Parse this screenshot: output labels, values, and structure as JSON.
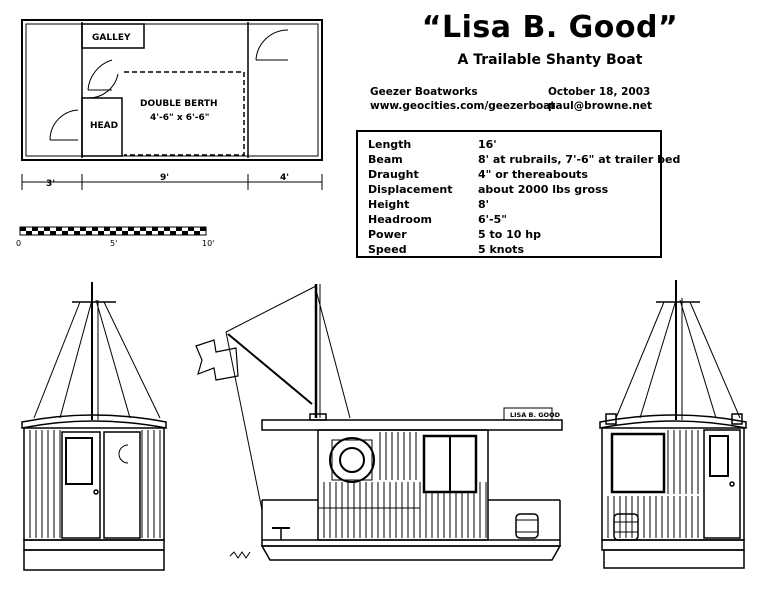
{
  "title": "“Lisa B. Good”",
  "subtitle": "A Trailable Shanty Boat",
  "builder": "Geezer Boatworks",
  "website": "www.geocities.com/geezerboat",
  "date": "October 18, 2003",
  "email": "paul@browne.net",
  "specs": [
    {
      "label": "Length",
      "value": "16'"
    },
    {
      "label": "Beam",
      "value": "8' at rubrails, 7'-6\" at trailer bed"
    },
    {
      "label": "Draught",
      "value": "4\" or thereabouts"
    },
    {
      "label": "Displacement",
      "value": "about 2000 lbs gross"
    },
    {
      "label": "Height",
      "value": "8'"
    },
    {
      "label": "Headroom",
      "value": "6'-5\""
    },
    {
      "label": "Power",
      "value": "5 to 10 hp"
    },
    {
      "label": "Speed",
      "value": "5 knots"
    }
  ],
  "plan_labels": {
    "galley": "GALLEY",
    "double_berth": "DOUBLE BERTH",
    "berth_size": "4'-6\" x 6'-6\"",
    "head": "HEAD"
  },
  "dimensions": {
    "left": "3'",
    "middle": "9'",
    "right": "4'"
  },
  "scale": {
    "start": "0",
    "mid": "5'",
    "end": "10'"
  },
  "nameplate": "LISA B. GOOD"
}
